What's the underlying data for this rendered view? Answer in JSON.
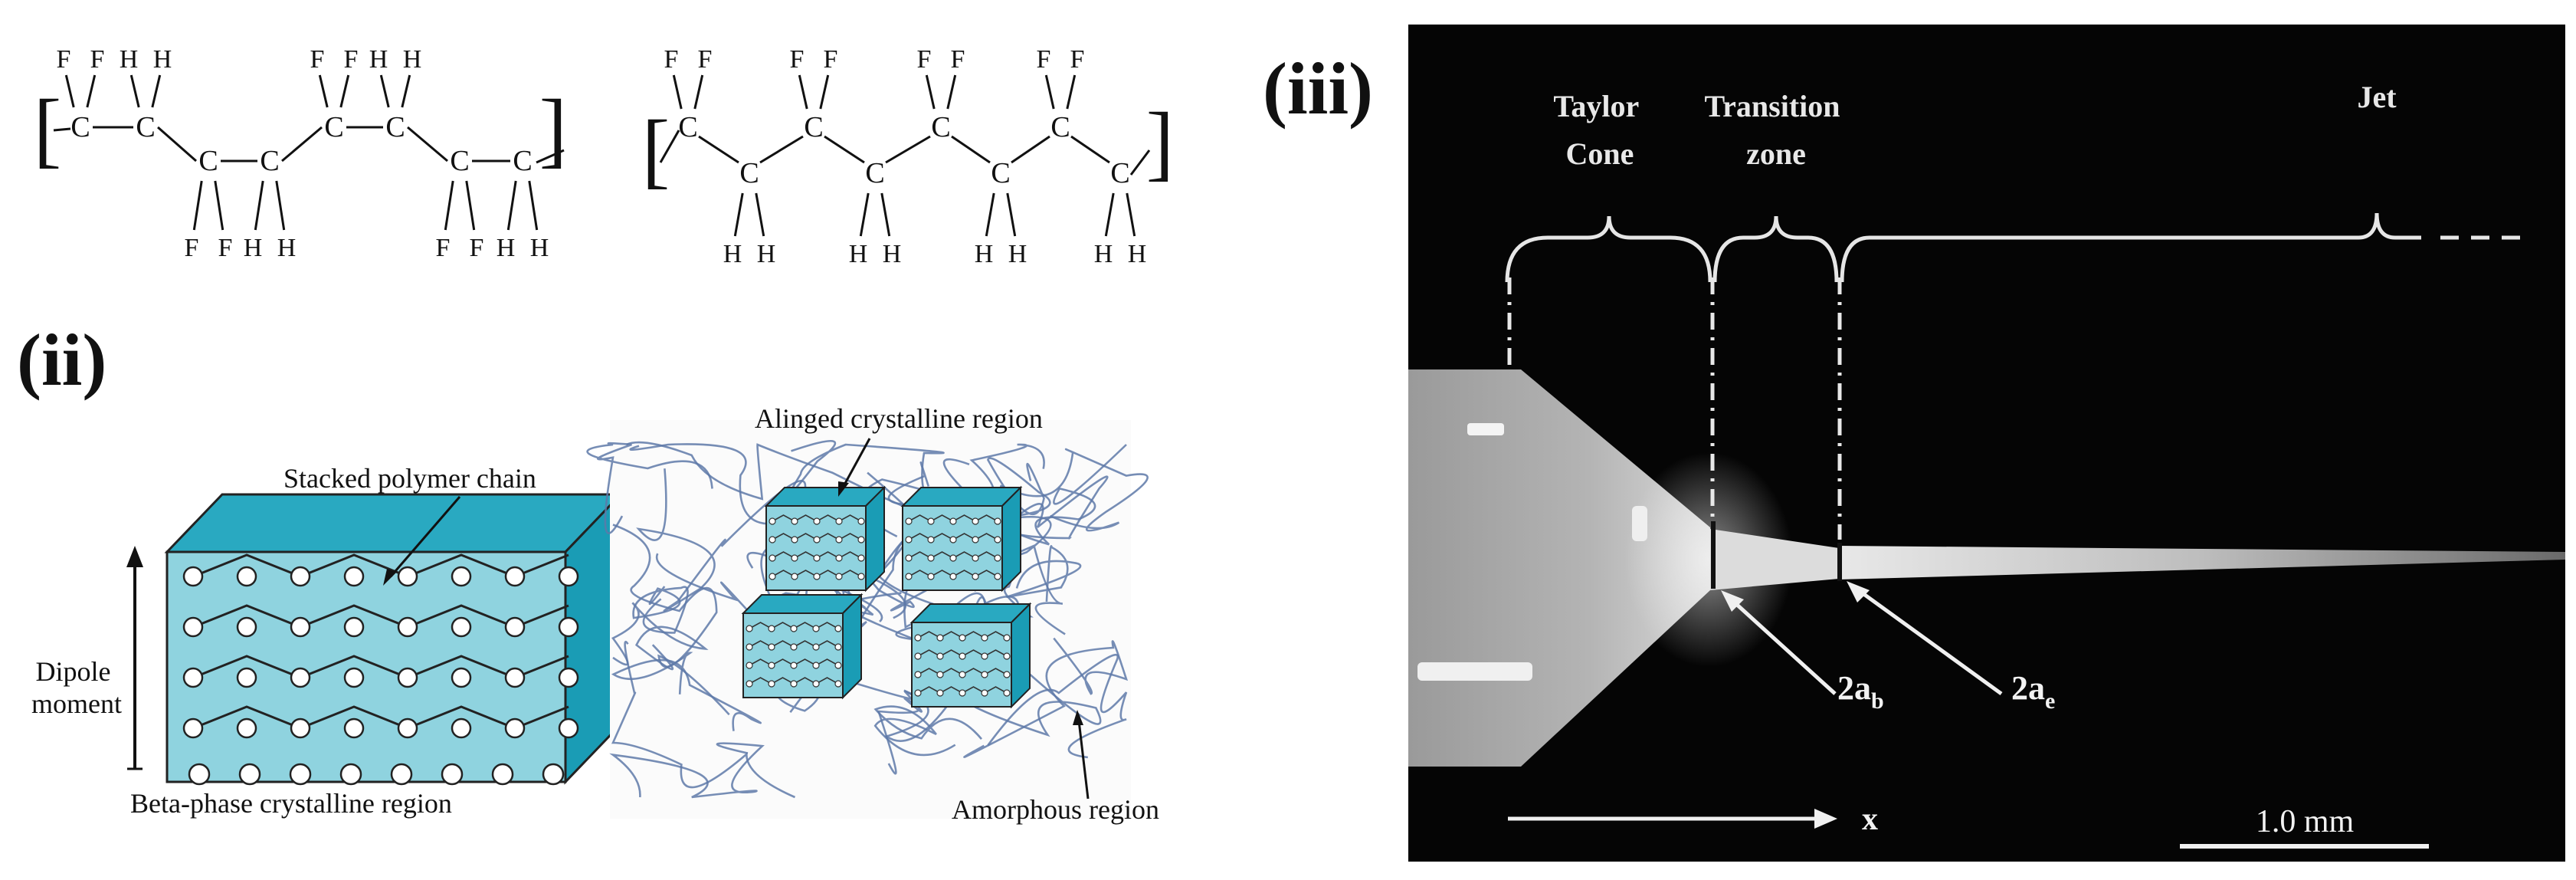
{
  "molecules": {
    "left_top_labels": [
      "F",
      "F",
      "H",
      "H",
      "F",
      "F",
      "H",
      "H"
    ],
    "left_bottom_labels": [
      "F",
      "F",
      "H",
      "H",
      "F",
      "F",
      "H",
      "H"
    ],
    "right_top_labels": [
      "F",
      "F",
      "F",
      "F",
      "F",
      "F",
      "F",
      "F"
    ],
    "right_bottom_labels": [
      "H",
      "H",
      "H",
      "H",
      "H",
      "H",
      "H",
      "H"
    ],
    "carbon_label": "C",
    "bracket_open": "[",
    "bracket_close": "]"
  },
  "panel_ii": {
    "label": "(ii)",
    "stacked_polymer_chain": "Stacked polymer chain",
    "dipole_moment": "Dipole\nmoment",
    "beta_phase": "Beta-phase crystalline region",
    "aligned_region": "Alinged crystalline region",
    "amorphous_region": "Amorphous region"
  },
  "panel_iii": {
    "label": "(iii)",
    "taylor_cone": "Taylor\nCone",
    "transition_zone": "Transition\nzone",
    "jet": "Jet",
    "diam_b": "2a",
    "diam_b_sub": "b",
    "diam_e": "2a",
    "diam_e_sub": "e",
    "axis_label": "x",
    "scale_bar": "1.0 mm"
  },
  "colors": {
    "crystal_front": "#8fd3df",
    "crystal_top": "#29a9c1",
    "crystal_side": "#1a9cb5",
    "amorphous_line": "#5e79a8",
    "photo_bg": "#050505"
  }
}
